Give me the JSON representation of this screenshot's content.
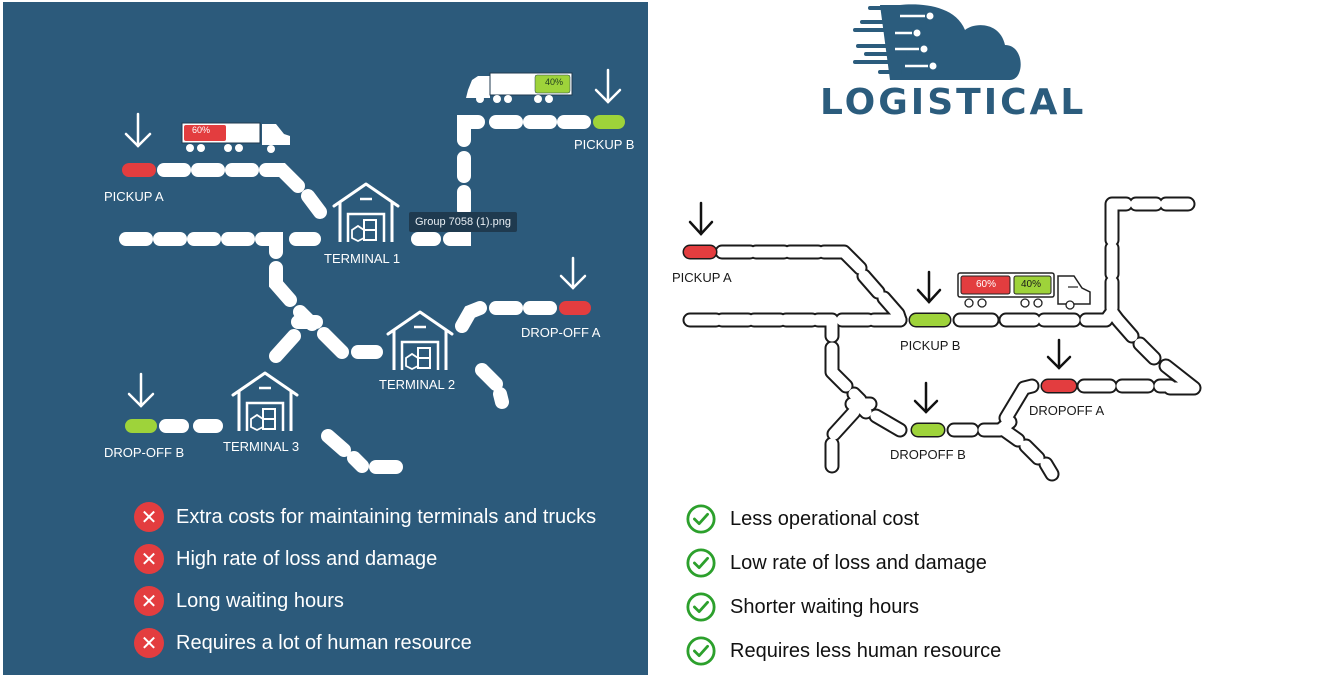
{
  "colors": {
    "left_bg": "#2c5a7b",
    "red": "#e33d3f",
    "green": "#9ed33a",
    "brand": "#2b5c7d",
    "check": "#2ca02c"
  },
  "left": {
    "labels": {
      "pickup_a": "PICKUP A",
      "pickup_b": "PICKUP B",
      "terminal_1": "TERMINAL 1",
      "terminal_2": "TERMINAL 2",
      "terminal_3": "TERMINAL 3",
      "dropoff_a": "DROP-OFF A",
      "dropoff_b": "DROP-OFF B"
    },
    "truck_a_load": "60%",
    "truck_b_load": "40%",
    "tooltip": "Group 7058 (1).png",
    "cons": [
      {
        "icon": "x-icon",
        "text": "Extra costs for maintaining terminals and trucks"
      },
      {
        "icon": "x-icon",
        "text": "High rate of loss and damage"
      },
      {
        "icon": "x-icon",
        "text": "Long waiting hours"
      },
      {
        "icon": "x-icon",
        "text": "Requires a lot of human resource"
      }
    ]
  },
  "right": {
    "brand": "LOGISTICAL",
    "labels": {
      "pickup_a": "PICKUP A",
      "pickup_b": "PICKUP B",
      "dropoff_a": "DROPOFF A",
      "dropoff_b": "DROPOFF B"
    },
    "truck_load_red": "60%",
    "truck_load_green": "40%",
    "pros": [
      {
        "icon": "check-icon",
        "text": "Less operational cost"
      },
      {
        "icon": "check-icon",
        "text": "Low rate of loss and damage"
      },
      {
        "icon": "check-icon",
        "text": "Shorter waiting hours"
      },
      {
        "icon": "check-icon",
        "text": "Requires less human resource"
      }
    ]
  }
}
